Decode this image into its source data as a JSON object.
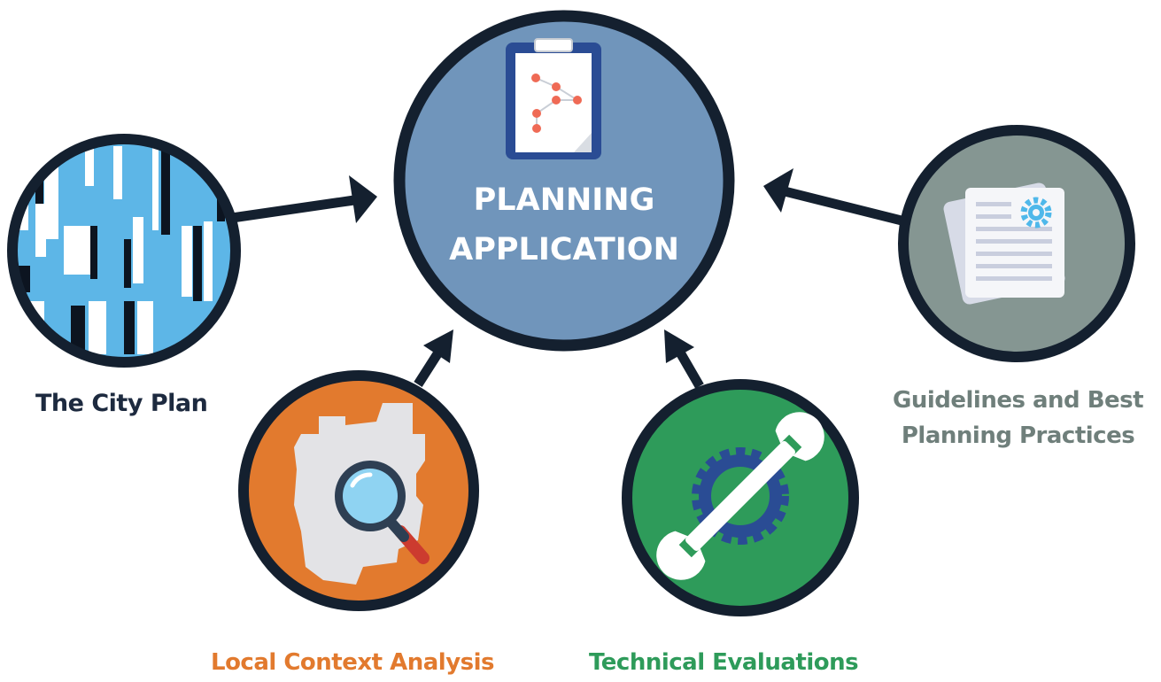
{
  "main": {
    "title_line1": "PLANNING",
    "title_line2": "APPLICATION"
  },
  "nodes": {
    "city_plan": "The City Plan",
    "local_context": "Local Context Analysis",
    "technical": "Technical Evaluations",
    "guidelines_line1": "Guidelines and Best",
    "guidelines_line2": "Planning Practices"
  },
  "colors": {
    "outline": "#14202f",
    "main_fill": "#7095bb",
    "city_fill": "#5db6e7",
    "local_fill": "#e27a2e",
    "tech_fill": "#2e9b5a",
    "guide_fill": "#859692",
    "city_text": "#1d2a3f",
    "local_text": "#e27a2e",
    "tech_text": "#2e9b5a",
    "guide_text": "#6f7f7b"
  },
  "icons": {
    "main": "clipboard-flowchart-icon",
    "city_plan": "city-plan-pattern-icon",
    "local_context": "map-magnifier-icon",
    "technical": "wrench-gear-icon",
    "guidelines": "document-gear-icon"
  }
}
